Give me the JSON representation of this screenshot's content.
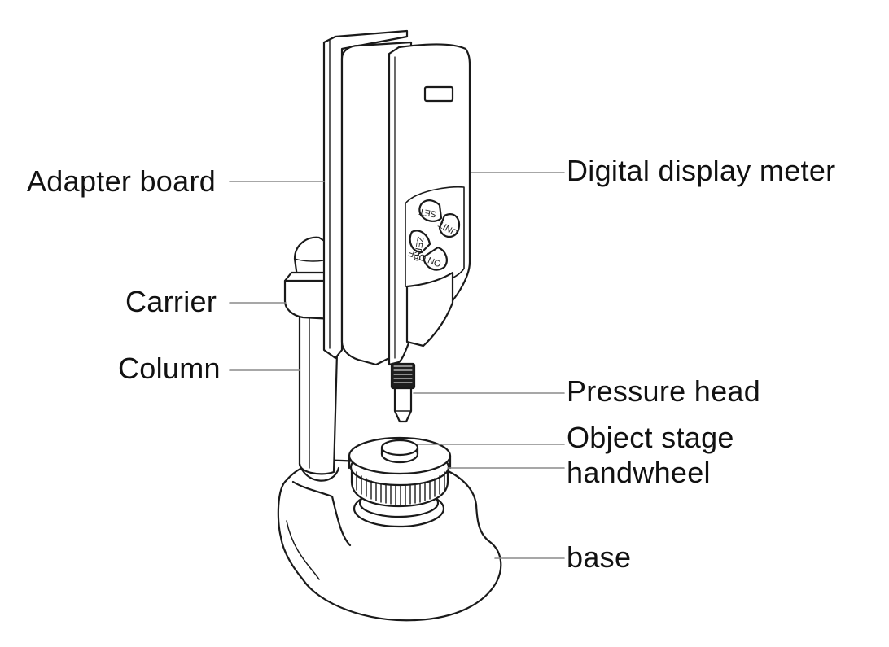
{
  "labels": {
    "adapter_board": "Adapter board",
    "digital_display_meter": "Digital display meter",
    "carrier": "Carrier",
    "column": "Column",
    "pressure_head": "Pressure head",
    "object_stage": "Object stage",
    "handwheel": "handwheel",
    "base": "base"
  },
  "keypad": {
    "set": "SET",
    "unit": "UNIT",
    "zero": "ZERO",
    "on_off": "ON OFF"
  },
  "colors": {
    "line": "#1a1a1a",
    "leader": "#8a8a8a",
    "fill": "#ffffff"
  }
}
